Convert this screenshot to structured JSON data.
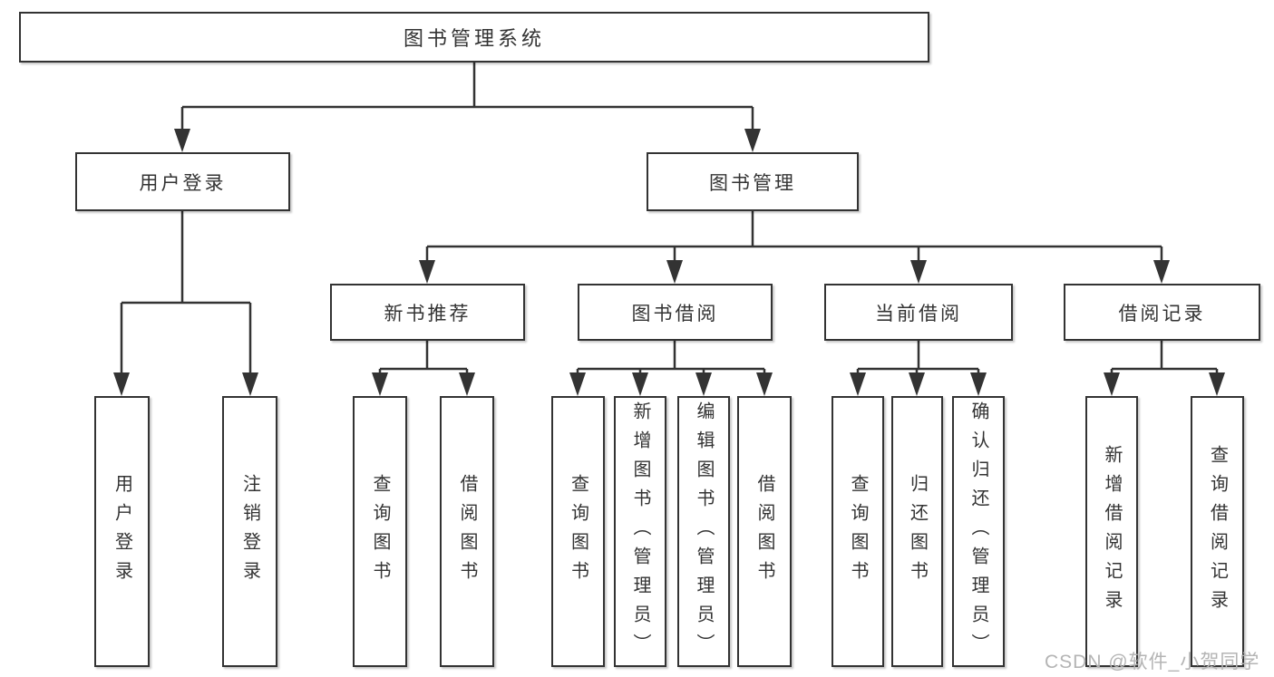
{
  "tree": {
    "root": "图书管理系统",
    "branches": [
      {
        "label": "用户登录",
        "leaves": [
          "用户登录",
          "注销登录"
        ]
      },
      {
        "label": "图书管理",
        "groups": [
          {
            "label": "新书推荐",
            "leaves": [
              "查询图书",
              "借阅图书"
            ]
          },
          {
            "label": "图书借阅",
            "leaves": [
              "查询图书",
              "新增图书（管理员）",
              "编辑图书（管理员）",
              "借阅图书"
            ]
          },
          {
            "label": "当前借阅",
            "leaves": [
              "查询图书",
              "归还图书",
              "确认归还（管理员）"
            ]
          },
          {
            "label": "借阅记录",
            "leaves": [
              "新增借阅记录",
              "查询借阅记录"
            ]
          }
        ]
      }
    ]
  },
  "watermark": "CSDN @软件_小贺同学",
  "colors": {
    "line": "#333333",
    "box_border": "#333333",
    "text": "#333333",
    "watermark": "#b4b4b4",
    "background": "#ffffff"
  }
}
